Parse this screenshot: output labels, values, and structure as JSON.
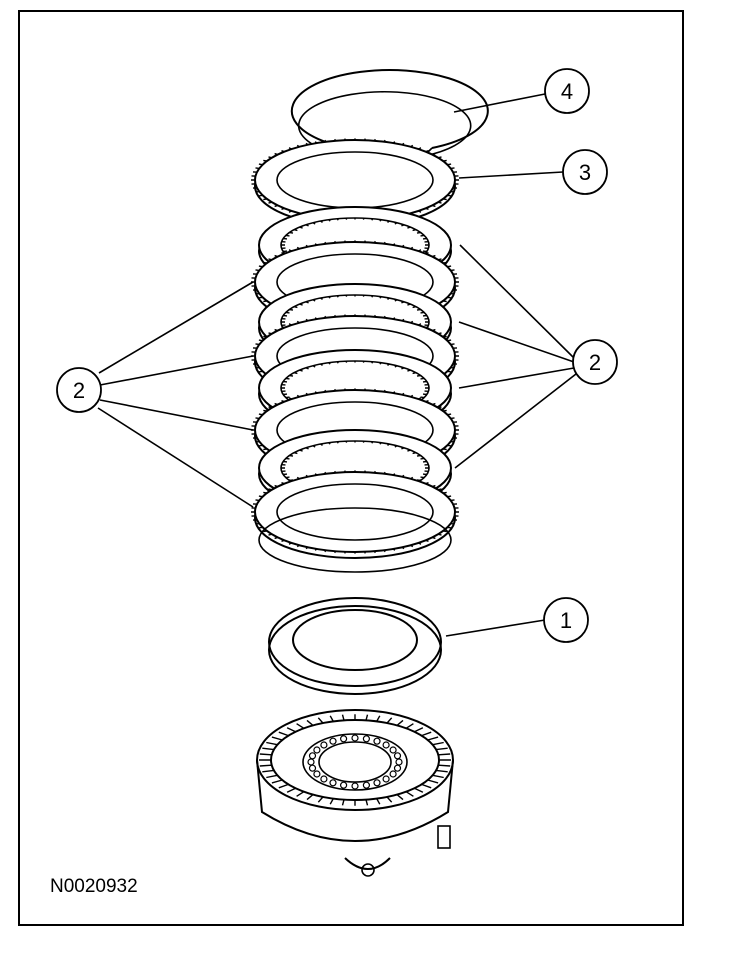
{
  "figure": {
    "id_label": "N0020932"
  },
  "callouts": [
    {
      "key": "snap-ring",
      "number": "4"
    },
    {
      "key": "pressure-plate",
      "number": "3"
    },
    {
      "key": "clutch-plates-right",
      "number": "2"
    },
    {
      "key": "clutch-plates-left",
      "number": "2"
    },
    {
      "key": "spring",
      "number": "1"
    }
  ],
  "colors": {
    "line": "#000000",
    "background": "#ffffff"
  }
}
